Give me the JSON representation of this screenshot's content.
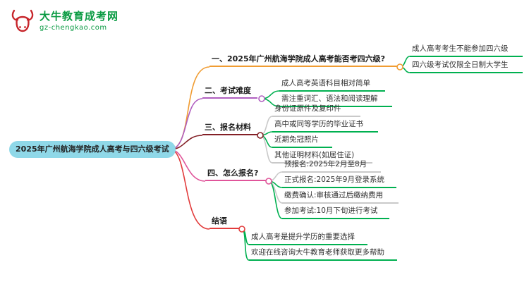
{
  "logo": {
    "title": "大牛教育成考网",
    "subtitle": "gz-chengkao.com",
    "title_color": "#0a9b43",
    "subtitle_color": "#0a9b43",
    "icon_color": "#c7252b"
  },
  "mindmap": {
    "root": {
      "label": "2025年广州航海学院成人高考与四六级考试",
      "bg_color": "#8fd8e8",
      "ring_color": "#5ec3d6"
    },
    "branches": [
      {
        "label": "一、2025年广州航海学院成人高考能否考四六级?",
        "color": "#f09c32",
        "children": [
          {
            "label": "成人高考考生不能参加四六级",
            "color": "#00b050"
          },
          {
            "label": "四六级考试仅限全日制大学生",
            "color": "#00b050"
          }
        ]
      },
      {
        "label": "二、考试难度",
        "color": "#b05fc0",
        "children": [
          {
            "label": "成人高考英语科目相对简单",
            "color": "#00b050"
          },
          {
            "label": "需注重词汇、语法和阅读理解",
            "color": "#00b050"
          }
        ]
      },
      {
        "label": "三、报名材料",
        "color": "#832026",
        "children": [
          {
            "label": "身份证原件及复印件",
            "color": "#c9c9c9"
          },
          {
            "label": "高中或同等学历的毕业证书",
            "color": "#00b050"
          },
          {
            "label": "近期免冠照片",
            "color": "#00b050"
          },
          {
            "label": "其他证明材料(如居住证)",
            "color": "#c9c9c9"
          }
        ]
      },
      {
        "label": "四、怎么报名?",
        "color": "#e0559a",
        "children": [
          {
            "label": "预报名:2025年2月至8月",
            "color": "#c9c9c9"
          },
          {
            "label": "正式报名:2025年9月登录系统",
            "color": "#00b050"
          },
          {
            "label": "缴费确认:审核通过后缴纳费用",
            "color": "#c9c9c9"
          },
          {
            "label": "参加考试:10月下旬进行考试",
            "color": "#00b050"
          }
        ]
      },
      {
        "label": "结语",
        "color": "#e23c3c",
        "children": [
          {
            "label": "成人高考是提升学历的重要选择",
            "color": "#00b050"
          },
          {
            "label": "欢迎在线咨询大牛教育老师获取更多帮助",
            "color": "#00b050"
          }
        ]
      }
    ]
  }
}
